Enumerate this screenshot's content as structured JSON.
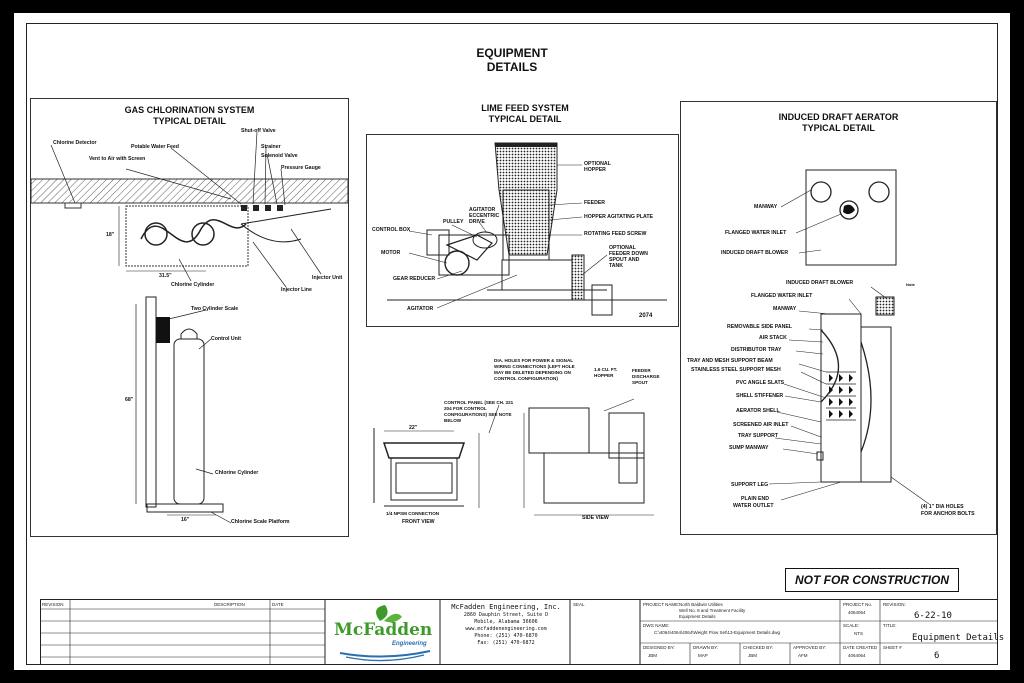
{
  "sheet_title": {
    "line1": "EQUIPMENT",
    "line2": "DETAILS"
  },
  "gas": {
    "title1": "GAS CHLORINATION SYSTEM",
    "title2": "TYPICAL DETAIL",
    "labels": {
      "chlorine_detector": "Chlorine Detector",
      "vent": "Vent to Air with Screen",
      "potable": "Potable Water Feed",
      "shutoff": "Shut-off Valve",
      "strainer": "Strainer",
      "solenoid": "Solenoid Valve",
      "pressure": "Pressure Gauge",
      "injector_unit": "Injector Unit",
      "injector_line": "Injector Line",
      "chlorine_cylinder_top": "Chlorine Cylinder",
      "two_scale": "Two Cylinder Scale",
      "control_unit": "Control Unit",
      "chlorine_cylinder": "Chlorine Cylinder",
      "scale_platform": "Chlorine Scale Platform"
    },
    "dims": {
      "d18": "18\"",
      "d31": "31.5\"",
      "d68": "68\"",
      "d16": "16\""
    }
  },
  "lime": {
    "title1": "LIME FEED SYSTEM",
    "title2": "TYPICAL DETAIL",
    "labels": {
      "optional_hopper": "OPTIONAL HOPPER",
      "feeder": "FEEDER",
      "hopper_plate": "HOPPER AGITATING PLATE",
      "rotating_screw": "ROTATING FEED SCREW",
      "optional_feeder": "OPTIONAL FEEDER DOWN SPOUT AND TANK",
      "control_box": "CONTROL BOX",
      "pulley": "PULLEY",
      "agitator_drive": "AGITATOR ECCENTRIC DRIVE",
      "motor": "MOTOR",
      "gear_reducer": "GEAR REDUCER",
      "agitator": "AGITATOR",
      "num": "2074"
    },
    "sub": {
      "holes_note": "DIA. HOLES FOR POWER & SIGNAL WIRING CONNECTIONS (LEFT HOLE MAY BE DELETED DEPENDING ON CONTROL CONFIGURATION)",
      "control_panel": "CONTROL PANEL (SEE CH. 321 204 FOR CONTROL CONFIGURATIONS) SEE NOTE BELOW",
      "hopper": "1.6 CU. FT. HOPPER",
      "feeder_discharge": "FEEDER DISCHARGE SPOUT",
      "front_view": "FRONT VIEW",
      "side_view": "SIDE VIEW",
      "npsm": "1/4 NPSM CONNECTION",
      "d22": "22\""
    }
  },
  "aerator": {
    "title1": "INDUCED DRAFT AERATOR",
    "title2": "TYPICAL DETAIL",
    "labels": {
      "manway_top": "MANWAY",
      "flanged_inlet_top": "FLANGED WATER INLET",
      "blower_top": "INDUCED DRAFT BLOWER",
      "blower": "INDUCED DRAFT BLOWER",
      "flanged_inlet": "FLANGED WATER INLET",
      "manway": "MANWAY",
      "removable": "REMOVABLE SIDE PANEL",
      "air_stack": "AIR STACK",
      "distributor": "DISTRIBUTOR TRAY",
      "tray_mesh": "TRAY AND MESH SUPPORT BEAM",
      "stainless": "STAINLESS STEEL SUPPORT MESH",
      "pvc": "PVC ANGLE SLATS",
      "shell_stiff": "SHELL STIFFENER",
      "aerator_shell": "AERATOR SHELL",
      "screened": "SCREENED AIR INLET",
      "tray_support": "TRAY SUPPORT",
      "sump": "SUMP MANWAY",
      "support_leg": "SUPPORT LEG",
      "plain_end1": "PLAIN END",
      "plain_end2": "WATER OUTLET",
      "anchor1": "(4) 1\" DIA HOLES",
      "anchor2": "FOR ANCHOR BOLTS",
      "note": "Note"
    }
  },
  "not_for_construction": "NOT FOR CONSTRUCTION",
  "title_block": {
    "revision_h": "REVISION",
    "description_h": "DESCRIPTION",
    "date_h": "DATE",
    "logo_text": "McFadden",
    "logo_sub": "Engineering",
    "company": "McFadden Engineering, Inc.",
    "addr1": "2860 Dauphin Street, Suite D",
    "addr2": "Mobile, Alabama 36606",
    "web": "www.mcfaddenengineering.com",
    "phone": "Phone: (251) 470-6870",
    "fax": "Fax: (251) 470-6872",
    "seal_h": "SEAL",
    "project_name_h": "PROJECT NAME:",
    "project_name": "North Baldwin Utilities",
    "project_line2": "Well No. 8 and Treatment Facility",
    "project_line3": "Equipment Details",
    "dwg_name_h": "DWG NAME:",
    "dwg_name": "C:\\4064\\4064\\4064\\Weight Flow Set\\13-Equipment Details.dwg",
    "project_no_h": "PROJECT No.",
    "project_no": "4064064",
    "revision_h2": "REVISION:",
    "revision": "6-22-10",
    "scale_h": "SCALE:",
    "scale": "NTS",
    "title_h": "TITLE:",
    "title": "Equipment Details",
    "designed_h": "DESIGNED BY:",
    "designed": "JBM",
    "drawn_h": "DRAWN BY:",
    "drawn": "MAP",
    "checked_h": "CHECKED BY:",
    "checked": "JBM",
    "approved_h": "APPROVED BY:",
    "approved": "AFM",
    "date_created_h": "DATE CREATED",
    "date_created": "4064064",
    "sheet_h": "SHEET #",
    "sheet": "6"
  },
  "colors": {
    "ink": "#111111",
    "logo_green": "#3f9a2c",
    "logo_blue": "#2a6fb0",
    "sheet": "#ffffff",
    "frame": "#000000"
  }
}
